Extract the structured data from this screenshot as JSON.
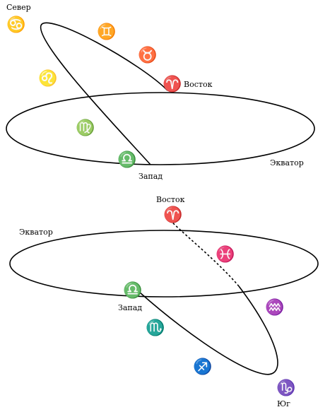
{
  "top_diagram": {
    "labels": {
      "north": "Север",
      "east": "Восток",
      "west": "Запад",
      "equator": "Экватор"
    },
    "signs": {
      "cancer": "♋",
      "gemini": "♊",
      "taurus": "♉",
      "aries": "♈",
      "leo": "♌",
      "virgo": "♍",
      "libra": "♎"
    }
  },
  "bottom_diagram": {
    "labels": {
      "east": "Восток",
      "equator": "Экватор",
      "west": "Запад",
      "south": "Юг"
    },
    "signs": {
      "aries": "♈",
      "pisces": "♓",
      "aquarius": "♒",
      "libra": "♎",
      "scorpio": "♏",
      "sagittarius": "♐",
      "capricorn": "♑"
    }
  }
}
